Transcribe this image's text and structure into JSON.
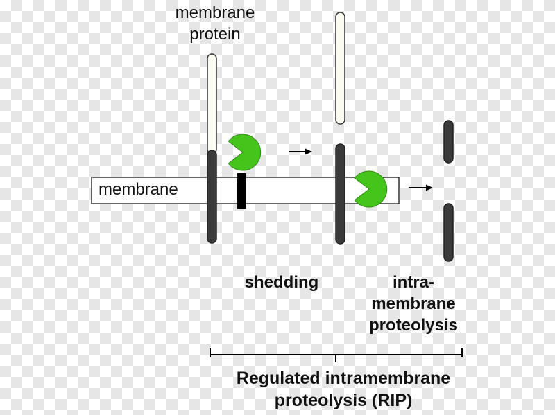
{
  "labels": {
    "membrane_protein": "membrane\nprotein",
    "membrane": "membrane",
    "shedding": "shedding",
    "intramembrane_proteolysis": "intra-\nmembrane\nproteolysis",
    "rip": "Regulated intramembrane\nproteolysis (RIP)"
  },
  "colors": {
    "protein_extracellular": "#fbfbf2",
    "protein_transmembrane": "#3a3a3a",
    "protease": "#45c41b",
    "protease_stalk": "#000000",
    "membrane_outline": "#333333",
    "arrow": "#000000",
    "bracket": "#000000"
  }
}
